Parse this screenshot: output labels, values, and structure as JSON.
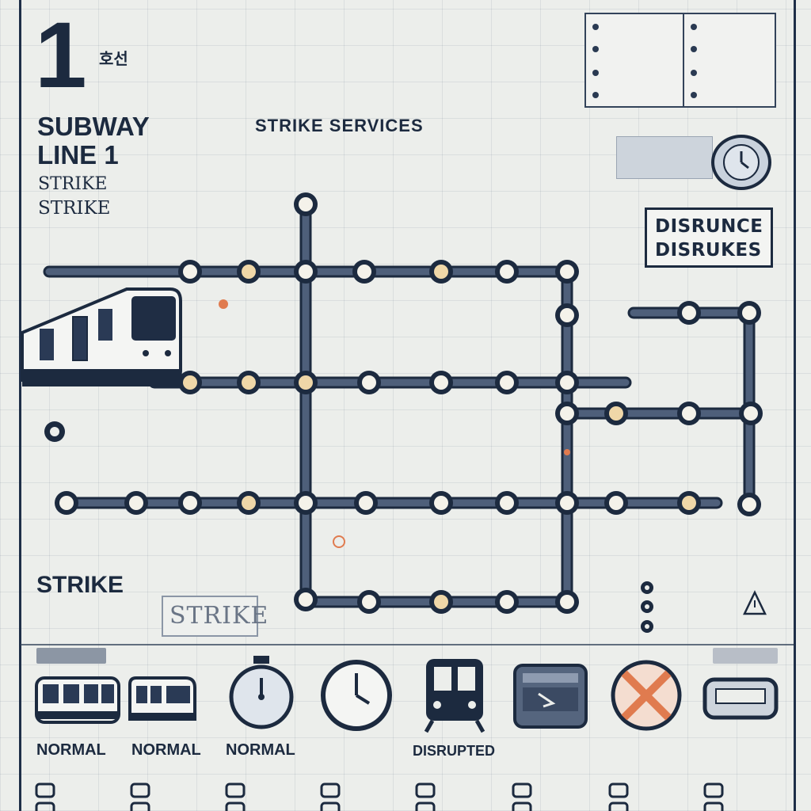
{
  "title": {
    "line_number": "1",
    "line_suffix": "호선",
    "korean": "",
    "subway": "SUBWAY",
    "line": "LINE 1",
    "strike_1": "STRIKE",
    "strike_2": "STRIKE"
  },
  "header": {
    "strike_services": "STRIKE SERVICES"
  },
  "disruption_box": {
    "line_1": "DISRUNCE",
    "line_2": "DISRUKES"
  },
  "strike_section": {
    "heading": "STRIKE",
    "stamp": "STRIKE"
  },
  "status_panels": [
    {
      "icon": "train-front-side-icon",
      "status": "NORMAL"
    },
    {
      "icon": "train-side-icon",
      "status": "NORMAL"
    },
    {
      "icon": "stopwatch-icon",
      "status": "NORMAL"
    },
    {
      "icon": "clock-icon",
      "status": ""
    },
    {
      "icon": "train-front-icon",
      "status": "DISRUPTED"
    },
    {
      "icon": "delayed-train-icon",
      "status": ""
    },
    {
      "icon": "cancelled-icon",
      "status": ""
    },
    {
      "icon": "bus-icon",
      "status": ""
    }
  ],
  "icons": [
    "train-icon",
    "clock-icon",
    "stopwatch-icon",
    "warning-icon",
    "cancel-icon",
    "station-marker-icon"
  ],
  "colors": {
    "navy": "#1c2a3f",
    "track": "#3b4a63",
    "station_fill": "#f4f2ea",
    "station_accent": "#d9a24a",
    "alert_orange": "#e07b4f",
    "background": "#eceeeb"
  }
}
